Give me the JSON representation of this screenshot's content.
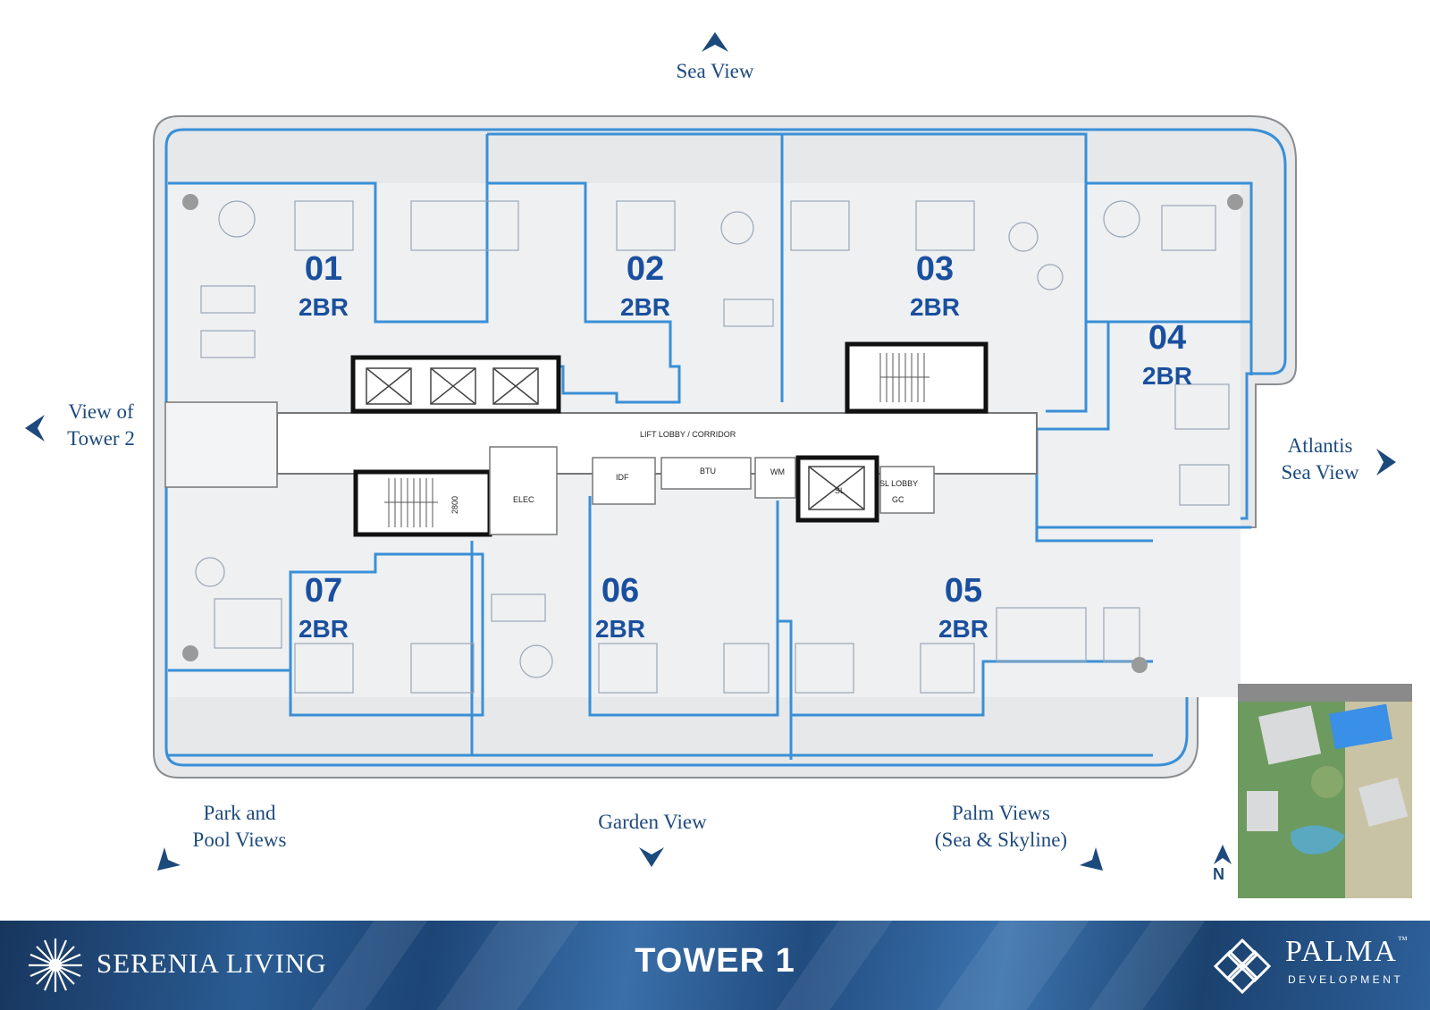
{
  "views": {
    "top": "Sea View",
    "left_line1": "View of",
    "left_line2": "Tower 2",
    "right_line1": "Atlantis",
    "right_line2": "Sea View",
    "bottom_left_line1": "Park and",
    "bottom_left_line2": "Pool Views",
    "bottom_center": "Garden View",
    "bottom_right_line1": "Palm Views",
    "bottom_right_line2": "(Sea & Skyline)"
  },
  "units": [
    {
      "number": "01",
      "type": "2BR"
    },
    {
      "number": "02",
      "type": "2BR"
    },
    {
      "number": "03",
      "type": "2BR"
    },
    {
      "number": "04",
      "type": "2BR"
    },
    {
      "number": "05",
      "type": "2BR"
    },
    {
      "number": "06",
      "type": "2BR"
    },
    {
      "number": "07",
      "type": "2BR"
    }
  ],
  "core_labels": {
    "lift_lobby": "LIFT LOBBY / CORRIDOR",
    "idf": "IDF",
    "btu": "BTU",
    "wm": "WM",
    "elec": "ELEC",
    "sl_lobby": "SL LOBBY",
    "gc": "GC",
    "sl": "SL",
    "dim": "2800"
  },
  "compass": "N",
  "footer": {
    "brand_left": "SERENIA LIVING",
    "title": "TOWER 1",
    "brand_right": "PALMA",
    "brand_right_tm": "™",
    "brand_right_sub": "DEVELOPMENT"
  },
  "colors": {
    "unit_outline": "#3a8fd6",
    "unit_label": "#1a4f9e",
    "view_text": "#1d4a7d",
    "floor_fill": "#e9ebed",
    "core_wall": "#111111"
  }
}
